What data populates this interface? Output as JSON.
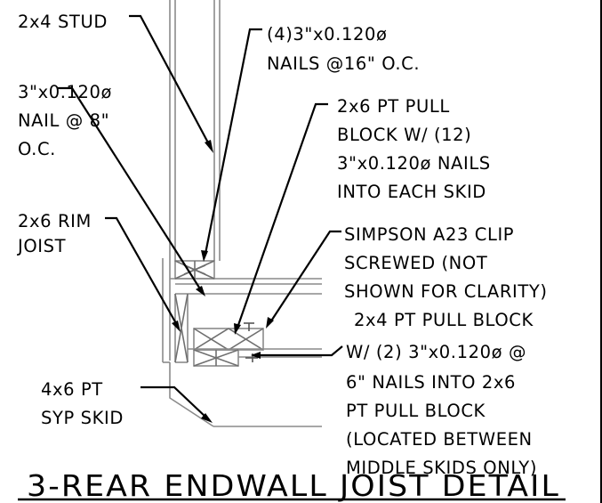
{
  "title": "3-REAR ENDWALL JOIST DETAIL",
  "callouts": {
    "stud": [
      "2x4 STUD"
    ],
    "stud_nails": [
      "(4)3\"x0.120ø",
      "NAILS @16\" O.C."
    ],
    "nail_8": [
      "3\"x0.120ø",
      "NAIL @ 8\"",
      "O.C."
    ],
    "pull_block_2x6": [
      "2x6 PT PULL",
      "BLOCK W/ (12)",
      "3\"x0.120ø NAILS",
      "INTO EACH SKID"
    ],
    "rim_joist": [
      "2x6 RIM",
      "JOIST"
    ],
    "clip": [
      "SIMPSON A23 CLIP",
      "SCREWED (NOT",
      "SHOWN FOR CLARITY)"
    ],
    "pull_block_2x4": [
      "2x4 PT PULL BLOCK",
      "W/ (2) 3\"x0.120ø @",
      "6\" NAILS INTO 2x6",
      "PT PULL BLOCK",
      "(LOCATED BETWEEN",
      "MIDDLE SKIDS ONLY)"
    ],
    "skid": [
      "4x6 PT",
      "SYP SKID"
    ]
  },
  "colors": {
    "linework": "#8a8a8a",
    "text": "#000000",
    "border": "#000000"
  }
}
